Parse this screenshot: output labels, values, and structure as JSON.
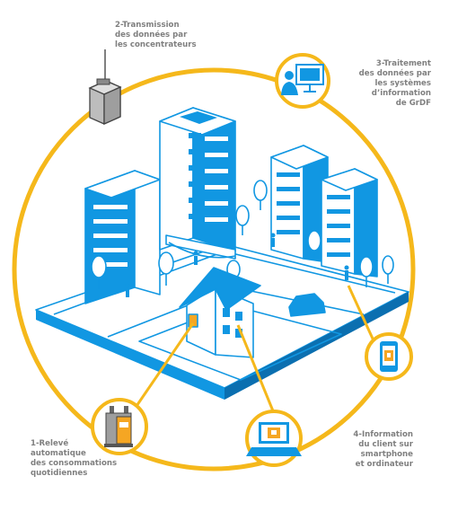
{
  "colors": {
    "ring": "#f5b81b",
    "blue": "#1197e2",
    "dark_blue": "#0b6fb0",
    "outline": "#1197e2",
    "label": "#7f7f7f",
    "grey_box": "#bdbdbd",
    "orange": "#f5a623"
  },
  "steps": [
    {
      "id": "1",
      "lines": [
        "1-Relevé",
        "automatique",
        "des consommations",
        "quotidiennes"
      ],
      "icon": "gas-meter-icon"
    },
    {
      "id": "2",
      "lines": [
        "2-Transmission",
        "des données par",
        "les concentrateurs"
      ],
      "icon": "concentrator-box-icon"
    },
    {
      "id": "3",
      "lines": [
        "3-Traitement",
        "des données par",
        "les systèmes",
        "d’information",
        "de GrDF"
      ],
      "icon": "operator-computer-icon"
    },
    {
      "id": "4",
      "lines": [
        "4-Information",
        "du client sur",
        "smartphone",
        "et ordinateur"
      ],
      "icon": "laptop-icon"
    }
  ],
  "smartphone": {
    "icon": "smartphone-icon"
  },
  "city": {
    "icon": "city-illustration"
  }
}
